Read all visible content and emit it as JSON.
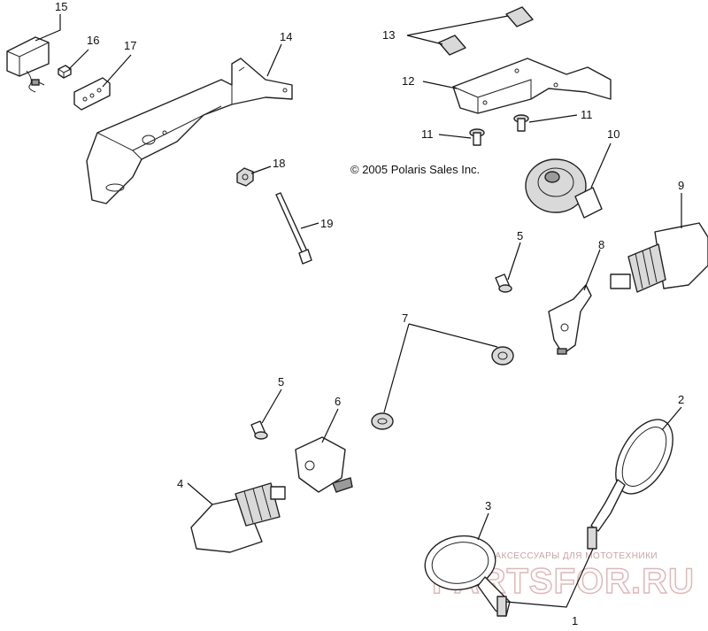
{
  "copyright": "© 2005 Polaris Sales Inc.",
  "callouts": {
    "c1": "1",
    "c2": "2",
    "c3": "3",
    "c4": "4",
    "c5a": "5",
    "c5b": "5",
    "c6": "6",
    "c7": "7",
    "c8": "8",
    "c9": "9",
    "c10": "10",
    "c11a": "11",
    "c11b": "11",
    "c12": "12",
    "c13": "13",
    "c14": "14",
    "c15": "15",
    "c16": "16",
    "c17": "17",
    "c18": "18",
    "c19": "19"
  },
  "watermark": {
    "caption": "ЗАПЧАСТИ И АКСЕССУАРЫ ДЛЯ МОТОТЕХНИКИ",
    "brand": "PARTSFOR.RU"
  }
}
